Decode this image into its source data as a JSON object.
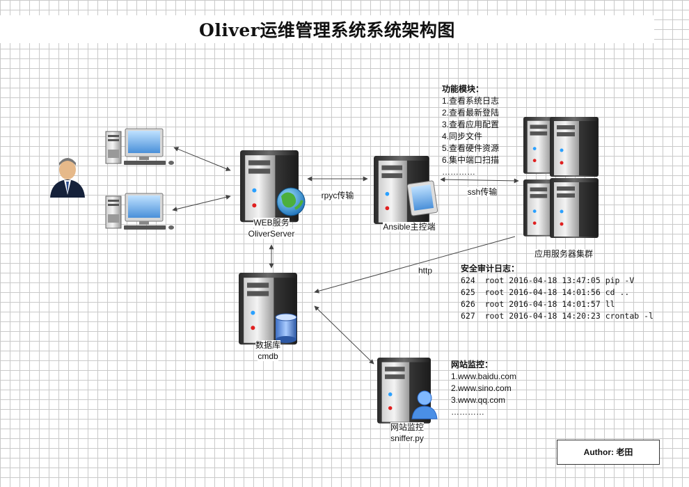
{
  "title": "Oliver运维管理系统系统架构图",
  "nodes": {
    "web_server": {
      "line1": "WEB服务",
      "line2": "OliverServer"
    },
    "ansible": {
      "label": "Ansible主控端"
    },
    "app_cluster": {
      "label": "应用服务器集群"
    },
    "database": {
      "line1": "数据库",
      "line2": "cmdb"
    },
    "sniffer": {
      "line1": "网站监控",
      "line2": "sniffer.py"
    }
  },
  "edges": {
    "rpyc": "rpyc传输",
    "ssh": "ssh传输",
    "http": "http"
  },
  "modules": {
    "heading": "功能模块：",
    "items": [
      "1.查看系统日志",
      "2.查看最新登陆",
      "3.查看应用配置",
      "4.同步文件",
      "5.查看硬件资源",
      "6.集中端口扫描",
      "…………"
    ]
  },
  "audit": {
    "heading": "安全审计日志：",
    "rows": [
      "624  root 2016-04-18 13:47:05 pip -V",
      "625  root 2016-04-18 14:01:56 cd ..",
      "626  root 2016-04-18 14:01:57 ll",
      "627  root 2016-04-18 14:20:23 crontab -l"
    ]
  },
  "monitor": {
    "heading": "网站监控：",
    "items": [
      "1.www.baidu.com",
      "2.www.sino.com",
      "3.www.qq.com",
      "…………"
    ]
  },
  "author": "Author: 老田"
}
